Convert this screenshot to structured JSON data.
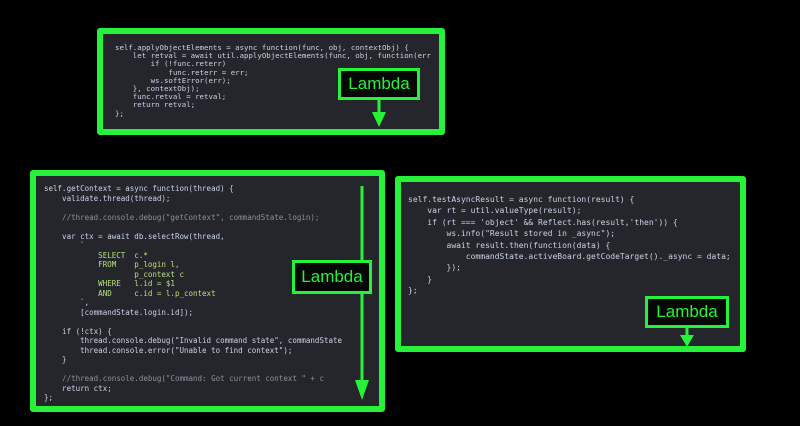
{
  "annotation_label": "Lambda",
  "accent_color": "#27f23a",
  "panels": [
    {
      "lines": [
        "self.applyObjectElements = async function(func, obj, contextObj) {",
        "    let retval = await util.applyObjectElements(func, obj, function(err",
        "        if (!func.reterr)",
        "            func.reterr = err;",
        "        ws.softError(err);",
        "    }, contextObj);",
        "    func.retval = retval;",
        "    return retval;",
        "};"
      ]
    },
    {
      "lines": [
        "self.getContext = async function(thread) {",
        "    validate.thread(thread);",
        "",
        "    //thread.console.debug(\"getContext\", commandState.login);",
        "",
        "    var ctx = await db.selectRow(thread,",
        "        `",
        "            SELECT  c.*",
        "            FROM    p_login l,",
        "                    p_context c",
        "            WHERE   l.id = $1",
        "            AND     c.id = l.p_context",
        "        `,",
        "        [commandState.login.id]);",
        "",
        "    if (!ctx) {",
        "        thread.console.debug(\"Invalid command state\", commandState",
        "        thread.console.error(\"Unable to find context\");",
        "    }",
        "",
        "    //thread.console.debug(\"Command: Got current context \" + c",
        "    return ctx;",
        "};"
      ]
    },
    {
      "lines": [
        "self.testAsyncResult = async function(result) {",
        "    var rt = util.valueType(result);",
        "    if (rt === 'object' && Reflect.has(result,'then')) {",
        "        ws.info(\"Result stored in _async\");",
        "        await result.then(function(data) {",
        "            commandState.activeBoard.getCodeTarget()._async = data;",
        "        });",
        "    }",
        "};"
      ]
    }
  ]
}
